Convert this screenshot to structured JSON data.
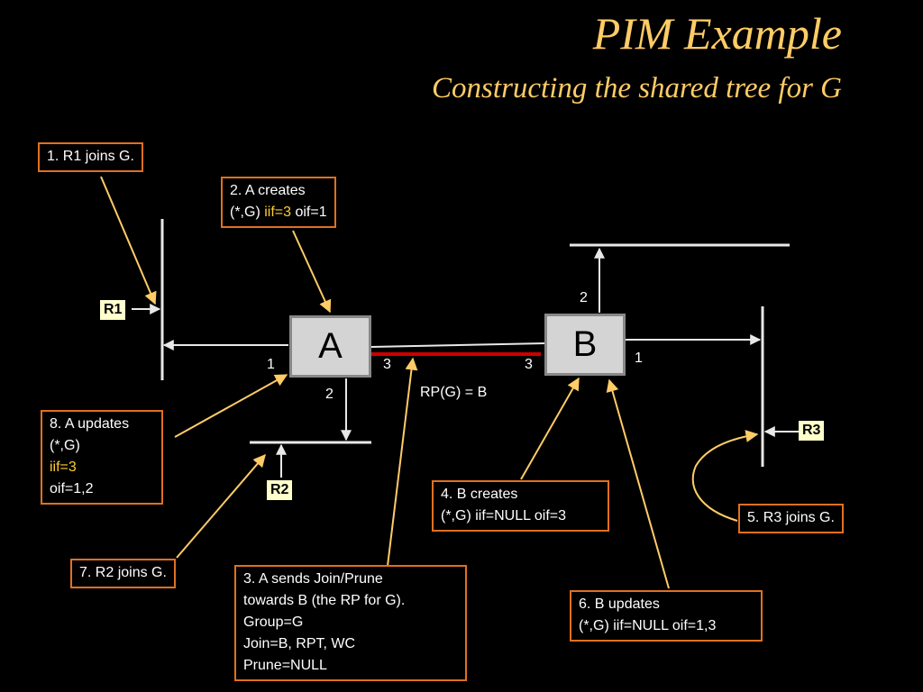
{
  "slide": {
    "title": "PIM Example",
    "subtitle": "Constructing the shared tree for G"
  },
  "routers": {
    "a": "A",
    "b": "B"
  },
  "hosts": {
    "r1": "R1",
    "r2": "R2",
    "r3": "R3"
  },
  "ports": {
    "a_left": "1",
    "a_right": "3",
    "a_bottom": "2",
    "b_left": "3",
    "b_top": "2",
    "b_right": "1"
  },
  "rp_label": "RP(G) = B",
  "steps": {
    "s1": "1.  R1 joins G.",
    "s2_l1": "2.  A creates",
    "s2_l2a": "(*,G) ",
    "s2_l2b": "iif=3",
    "s2_l2c": " oif=1",
    "s3_l1": "3. A sends Join/Prune",
    "s3_l2": "towards B (the RP for G).",
    "s3_l3": "Group=G",
    "s3_l4": "Join=B, RPT, WC",
    "s3_l5": "Prune=NULL",
    "s4_l1": "4. B creates",
    "s4_l2": "(*,G) iif=NULL oif=3",
    "s5": "5. R3 joins G.",
    "s6_l1": "6.  B updates",
    "s6_l2": "(*,G) iif=NULL oif=1,3",
    "s7": "7.  R2 joins G.",
    "s8_l1": "8. A updates",
    "s8_l2": "(*,G)",
    "s8_l3": "iif=3",
    "s8_l4": "oif=1,2"
  },
  "colors": {
    "background": "#000000",
    "title": "#ffcc66",
    "box_border": "#e07020",
    "callout_arrow": "#ffcc66",
    "link_highlight": "#cc0000",
    "router_fill": "#d4d4d4",
    "host_fill": "#ffffcc",
    "iif_highlight": "#ffcc33"
  }
}
